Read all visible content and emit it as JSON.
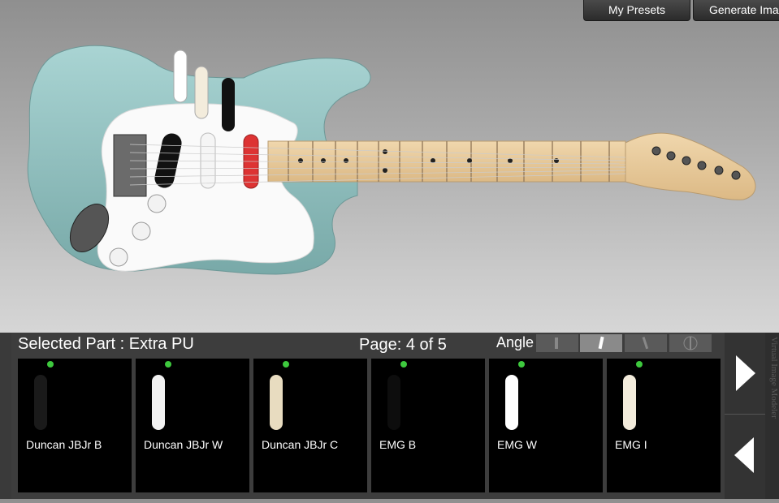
{
  "toolbar": {
    "presets_label": "My Presets",
    "generate_label": "Generate Imag"
  },
  "panel": {
    "selected_part_label": "Selected Part : Extra PU",
    "page_label": "Page: 4 of 5",
    "angle_label": "Angle :",
    "angle_options": [
      "angle-1",
      "angle-2",
      "angle-3",
      "angle-4"
    ],
    "selected_angle_index": 1
  },
  "parts": [
    {
      "name": "Duncan JBJr B",
      "color": "#1a1a1a",
      "type": "humbucker"
    },
    {
      "name": "Duncan JBJr W",
      "color": "#f2f2f2",
      "type": "humbucker"
    },
    {
      "name": "Duncan JBJr C",
      "color": "#e8dcc0",
      "type": "humbucker"
    },
    {
      "name": "EMG B",
      "color": "#0d0d0d",
      "type": "single"
    },
    {
      "name": "EMG W",
      "color": "#ffffff",
      "type": "single"
    },
    {
      "name": "EMG I",
      "color": "#f3ecdc",
      "type": "single"
    }
  ],
  "side_text": "Virtual Image Modeler",
  "colors": {
    "body": "#8fbfbf",
    "pickguard": "#ffffff",
    "neck": "#e8c99a",
    "active_indicator": "#3ec93e"
  }
}
